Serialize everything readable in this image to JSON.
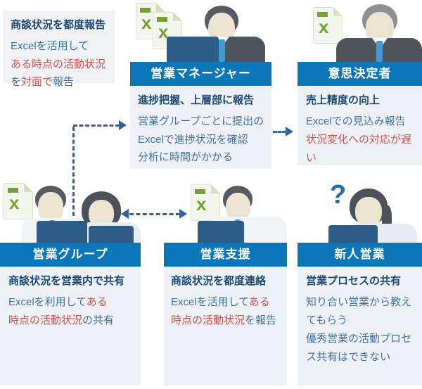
{
  "palette": {
    "header_blue": "#0b76b8",
    "body_bg": "#edf1f6",
    "note_bg": "#eff1f5",
    "text_navy": "#1d4a73",
    "text_blue": "#41719e",
    "text_red": "#c9524e",
    "excel_green": "#72a230",
    "arrow_blue": "#2b66a3",
    "laptop_blue": "#2d5c88"
  },
  "note": {
    "title": "商談状況を都度報告",
    "line1": "Excelを活用して",
    "line2": "ある時点の活動状況",
    "line3_b1": "を",
    "line3_red": "対面で",
    "line3_b2": "報告"
  },
  "columns": {
    "manager": {
      "header": "営業マネージャー",
      "title": "進捗把握、上層部に報告",
      "line1": "営業グループごとに提出の",
      "line2": "Excelで進捗状況を確認",
      "line3": "分析に時間がかかる"
    },
    "decision": {
      "header": "意思決定者",
      "title": "売上精度の向上",
      "line_blue": "Excelでの見込み報告",
      "line_red": "状況変化への対応が遅い"
    },
    "group": {
      "header": "営業グループ",
      "title": "商談状況を営業内で共有",
      "l1_blue": "Excelを利用して",
      "l1_red": "ある",
      "l2_red": "時点の活動状況",
      "l2_blue": "の共有"
    },
    "support": {
      "header": "営業支援",
      "title": "商談状況を都度連絡",
      "l1_blue": "Excelを活用して",
      "l1_red": "ある",
      "l2_red": "時点の活動状況",
      "l2_blue": "を報告"
    },
    "rookie": {
      "header": "新人営業",
      "title": "営業プロセスの共有",
      "line1": "知り合い営業から教えてもらう",
      "line2": "優秀営業の活動プロセス共有はできない"
    }
  },
  "icons": {
    "excel_letter": "x",
    "question": "?"
  }
}
